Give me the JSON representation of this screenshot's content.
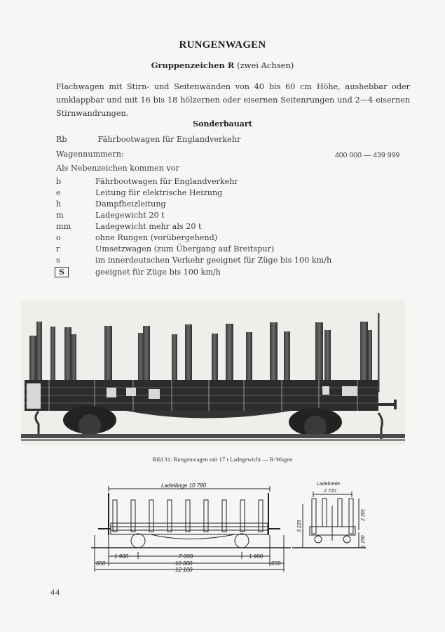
{
  "page": {
    "title": "RUNGENWAGEN",
    "subtitle": {
      "bold": "Gruppenzeichen R",
      "rest": "(zwei Achsen)"
    },
    "intro": "Flachwagen mit Stirn- und Seitenwänden von 40 bis 60 cm Höhe, aushebbar oder umklappbar und mit 16 bis 18 hölzernen oder eisernen Seitenrungen und 2—4 eisernen Stirnwandrungen.",
    "special": {
      "heading": "Sonderbauart",
      "code": "Rb",
      "description": "Fährbootwagen für Englandverkehr",
      "wagon_numbers_label": "Wagennummern:",
      "wagon_numbers_value": "400 000 — 439 999",
      "secondary_intro": "Als Nebenzeichen kommen vor"
    },
    "secondary_codes": [
      {
        "code": "b",
        "text": "Fährbootwagen für Englandverkehr"
      },
      {
        "code": "e",
        "text": "Leitung für elektrische Heizung"
      },
      {
        "code": "h",
        "text": "Dampfheizleitung"
      },
      {
        "code": "m",
        "text": "Ladegewicht 20 t"
      },
      {
        "code": "mm",
        "text": "Ladegewicht mehr als 20 t"
      },
      {
        "code": "o",
        "text": "ohne Rungen (vorübergehend)"
      },
      {
        "code": "r",
        "text": "Umsetzwagen (zum Übergang auf Breitspur)"
      },
      {
        "code": "s",
        "text": "im innerdeutschen Verkehr geeignet für Züge bis 100 km/h"
      },
      {
        "code": "S",
        "text": "geeignet für Züge bis 100 km/h",
        "boxed": true
      }
    ],
    "photo": {
      "alt": "Rungenwagen photograph"
    },
    "caption": "Bild 31: Rungenwagen mit 17 t Ladegewicht — R-Wagen",
    "drawing_side": {
      "load_length_label": "Ladelänge 10 780",
      "dim_left": "1 900",
      "dim_center": "7 000",
      "dim_right": "1 900",
      "overhang_left": "650",
      "overhang_right": "650",
      "frame_length": "10 800",
      "total_length": "12 100"
    },
    "drawing_end": {
      "load_width_label": "Ladebreite",
      "load_width": "2 720",
      "height_total": "3 226",
      "height_stake": "2 301",
      "height_floor": "1 150"
    },
    "page_number": "44"
  }
}
